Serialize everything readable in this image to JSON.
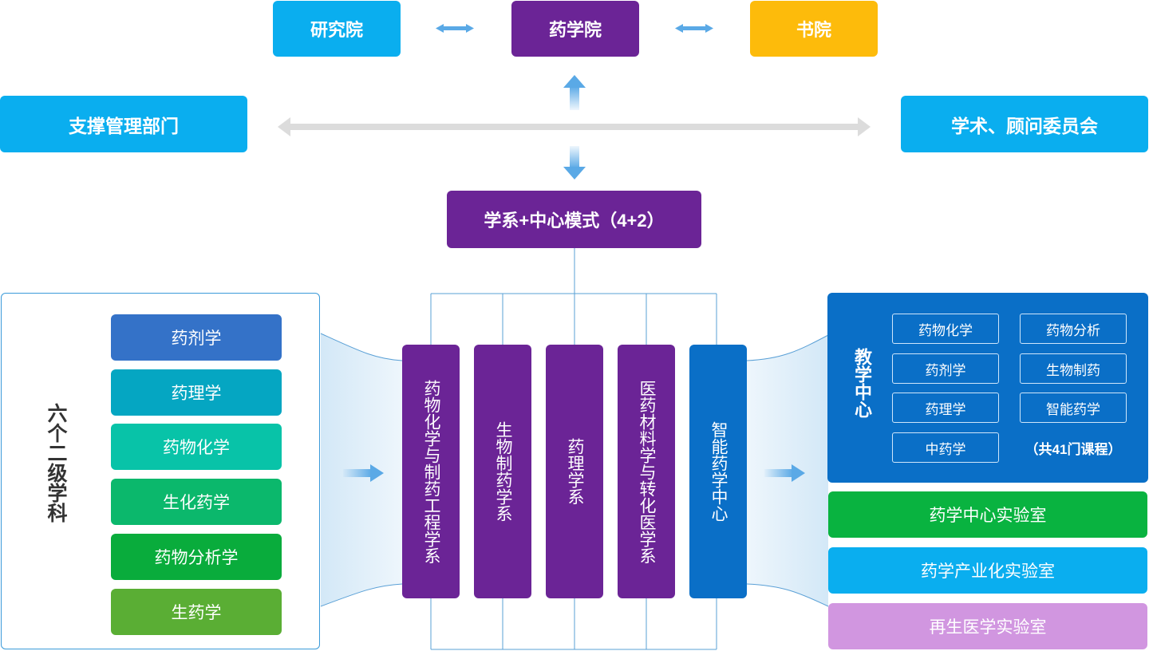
{
  "top": {
    "research": "研究院",
    "pharmacy": "药学院",
    "academy": "书院"
  },
  "side": {
    "support": "支撑管理部门",
    "committee": "学术、顾问委员会"
  },
  "model": "学系+中心模式（4+2）",
  "disciplines": {
    "title": "六个二级学科",
    "items": [
      "药剂学",
      "药理学",
      "药物化学",
      "生化药学",
      "药物分析学",
      "生药学"
    ]
  },
  "departments": [
    "药物化学与制药工程学系",
    "生物制药学系",
    "药理学系",
    "医药材料学与转化医学系",
    "智能药学中心"
  ],
  "teaching": {
    "title": "教学中心",
    "courses": [
      "药物化学",
      "药物分析",
      "药剂学",
      "生物制药",
      "药理学",
      "智能药学",
      "中药学"
    ],
    "count": "（共41门课程）"
  },
  "labs": [
    "药学中心实验室",
    "药学产业化实验室",
    "再生医学实验室"
  ],
  "colors": {
    "purple": "#6b2496",
    "sky": "#0aaeef",
    "yellow": "#fdbb0b",
    "blue": "#0a6fc7"
  }
}
